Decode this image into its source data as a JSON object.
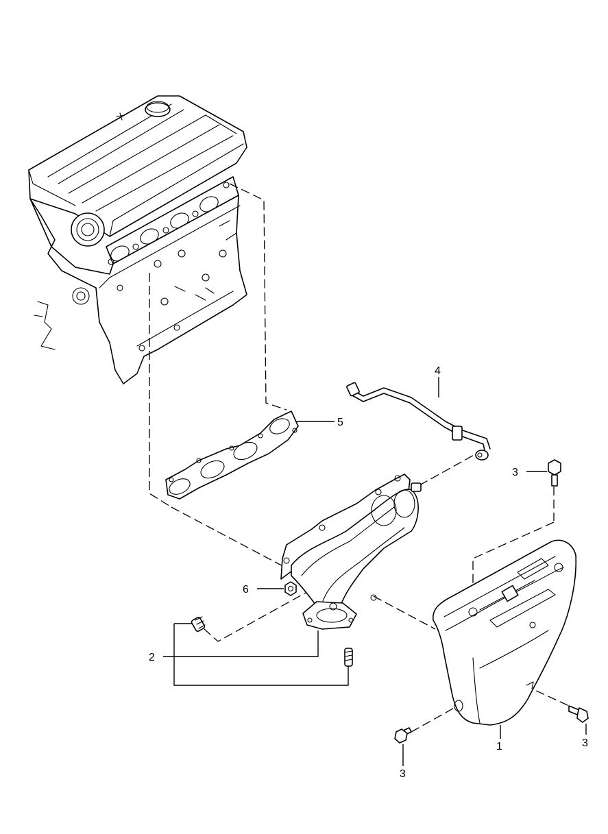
{
  "diagram": {
    "callouts": [
      {
        "id": "callout-1",
        "text": "1"
      },
      {
        "id": "callout-2",
        "text": "2"
      },
      {
        "id": "callout-3-top",
        "text": "3"
      },
      {
        "id": "callout-3-right",
        "text": "3"
      },
      {
        "id": "callout-3-bottom",
        "text": "3"
      },
      {
        "id": "callout-4",
        "text": "4"
      },
      {
        "id": "callout-5",
        "text": "5"
      },
      {
        "id": "callout-6",
        "text": "6"
      }
    ],
    "parts": [
      "engine-block",
      "heat-shield",
      "exhaust-manifold",
      "manifold-gasket",
      "oil-pipe",
      "bolt",
      "stud",
      "nut"
    ]
  }
}
